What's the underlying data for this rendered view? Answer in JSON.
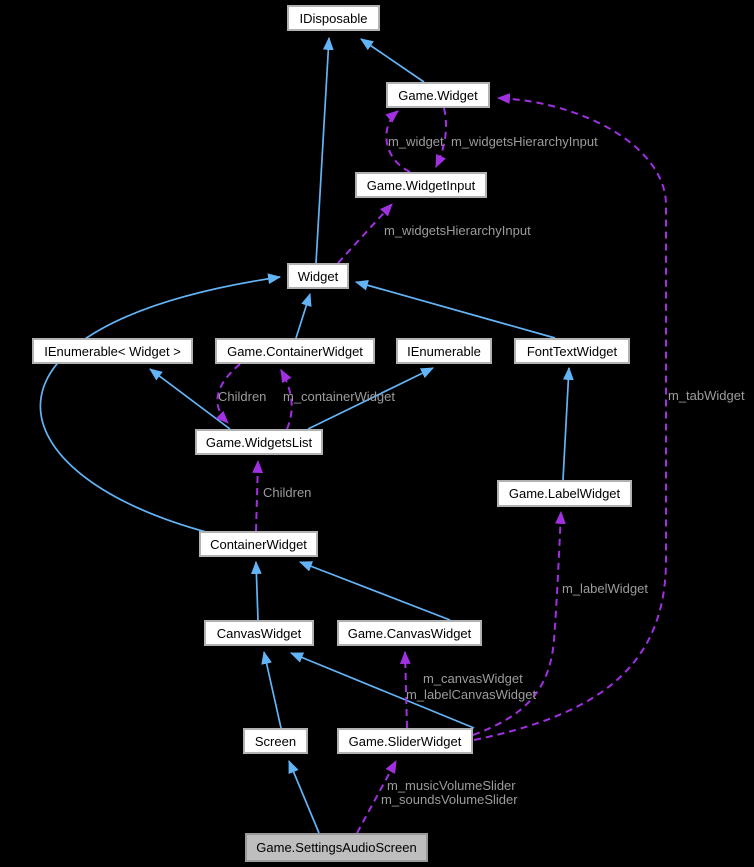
{
  "diagram": {
    "type": "class-collaboration-graph",
    "background_color": "#000000",
    "colors": {
      "inheritance_edge": "#63b4f7",
      "usage_edge": "#a030e0",
      "node_fill": "#ffffff",
      "node_border": "#b2b2b2",
      "node_text": "#000000",
      "focus_node_fill": "#bebebe",
      "edge_label_text": "#9c9c9c"
    },
    "nodes": [
      {
        "id": "IDisposable",
        "label": "IDisposable"
      },
      {
        "id": "Game.Widget",
        "label": "Game.Widget"
      },
      {
        "id": "Game.WidgetInput",
        "label": "Game.WidgetInput"
      },
      {
        "id": "Widget",
        "label": "Widget"
      },
      {
        "id": "IEnumerable<Widget>",
        "label": "IEnumerable< Widget >"
      },
      {
        "id": "Game.ContainerWidget",
        "label": "Game.ContainerWidget"
      },
      {
        "id": "IEnumerable",
        "label": "IEnumerable"
      },
      {
        "id": "FontTextWidget",
        "label": "FontTextWidget"
      },
      {
        "id": "Game.WidgetsList",
        "label": "Game.WidgetsList"
      },
      {
        "id": "Game.LabelWidget",
        "label": "Game.LabelWidget"
      },
      {
        "id": "ContainerWidget",
        "label": "ContainerWidget"
      },
      {
        "id": "CanvasWidget",
        "label": "CanvasWidget"
      },
      {
        "id": "Game.CanvasWidget",
        "label": "Game.CanvasWidget"
      },
      {
        "id": "Screen",
        "label": "Screen"
      },
      {
        "id": "Game.SliderWidget",
        "label": "Game.SliderWidget"
      },
      {
        "id": "Game.SettingsAudioScreen",
        "label": "Game.SettingsAudioScreen"
      }
    ],
    "edge_labels": [
      {
        "text": "m_widget"
      },
      {
        "text": "m_widgetsHierarchyInput"
      },
      {
        "text": "m_widgetsHierarchyInput"
      },
      {
        "text": "m_tabWidget"
      },
      {
        "text": "Children"
      },
      {
        "text": "m_containerWidget"
      },
      {
        "text": "Children"
      },
      {
        "text": "m_labelWidget"
      },
      {
        "text": "m_canvasWidget"
      },
      {
        "text": "m_labelCanvasWidget"
      },
      {
        "text": "m_musicVolumeSlider"
      },
      {
        "text": "m_soundsVolumeSlider"
      }
    ],
    "edges": [
      {
        "from": "Widget",
        "to": "IDisposable",
        "type": "inheritance"
      },
      {
        "from": "Game.Widget",
        "to": "IDisposable",
        "type": "inheritance"
      },
      {
        "from": "Game.ContainerWidget",
        "to": "Widget",
        "type": "inheritance"
      },
      {
        "from": "FontTextWidget",
        "to": "Widget",
        "type": "inheritance"
      },
      {
        "from": "ContainerWidget",
        "to": "Widget",
        "type": "inheritance"
      },
      {
        "from": "Game.WidgetsList",
        "to": "IEnumerable< Widget >",
        "type": "inheritance"
      },
      {
        "from": "Game.WidgetsList",
        "to": "IEnumerable",
        "type": "inheritance"
      },
      {
        "from": "Game.LabelWidget",
        "to": "FontTextWidget",
        "type": "inheritance"
      },
      {
        "from": "CanvasWidget",
        "to": "ContainerWidget",
        "type": "inheritance"
      },
      {
        "from": "Game.CanvasWidget",
        "to": "ContainerWidget",
        "type": "inheritance"
      },
      {
        "from": "Screen",
        "to": "CanvasWidget",
        "type": "inheritance"
      },
      {
        "from": "Game.SliderWidget",
        "to": "CanvasWidget",
        "type": "inheritance"
      },
      {
        "from": "Game.SettingsAudioScreen",
        "to": "Screen",
        "type": "inheritance"
      },
      {
        "from": "Game.WidgetInput",
        "to": "Game.Widget",
        "type": "usage",
        "label": "m_widget"
      },
      {
        "from": "Game.Widget",
        "to": "Game.WidgetInput",
        "type": "usage",
        "label": "m_widgetsHierarchyInput"
      },
      {
        "from": "Widget",
        "to": "Game.WidgetInput",
        "type": "usage",
        "label": "m_widgetsHierarchyInput"
      },
      {
        "from": "Game.SliderWidget",
        "to": "Game.Widget",
        "type": "usage",
        "label": "m_tabWidget"
      },
      {
        "from": "Game.ContainerWidget",
        "to": "Game.WidgetsList",
        "type": "usage",
        "label": "Children"
      },
      {
        "from": "Game.WidgetsList",
        "to": "Game.ContainerWidget",
        "type": "usage",
        "label": "m_containerWidget"
      },
      {
        "from": "ContainerWidget",
        "to": "Game.WidgetsList",
        "type": "usage",
        "label": "Children"
      },
      {
        "from": "Game.SliderWidget",
        "to": "Game.LabelWidget",
        "type": "usage",
        "label": "m_labelWidget"
      },
      {
        "from": "Game.SliderWidget",
        "to": "Game.CanvasWidget",
        "type": "usage",
        "label": "m_canvasWidget / m_labelCanvasWidget"
      },
      {
        "from": "Game.SettingsAudioScreen",
        "to": "Game.SliderWidget",
        "type": "usage",
        "label": "m_musicVolumeSlider / m_soundsVolumeSlider"
      }
    ]
  }
}
